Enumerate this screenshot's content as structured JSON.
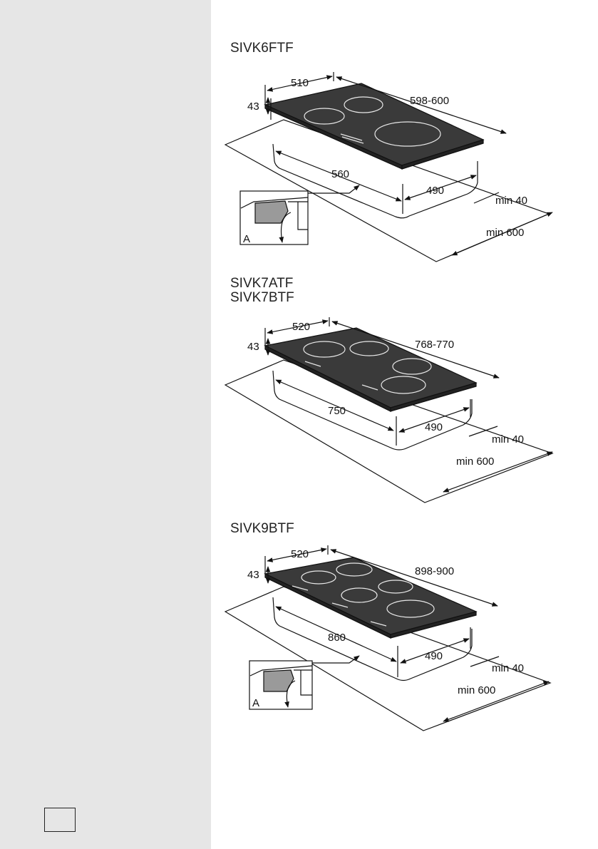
{
  "page_number": "",
  "sections": [
    {
      "models": [
        "SIVK6FTF"
      ],
      "zones": "3",
      "dims": {
        "depth": "510",
        "height": "43",
        "width": "598-600",
        "cutout_width": "560",
        "cutout_depth": "490",
        "min_gap": "min 40",
        "min_depth": "min 600"
      },
      "detail_label": "A"
    },
    {
      "models": [
        "SIVK7ATF",
        "SIVK7BTF"
      ],
      "zones": "4",
      "dims": {
        "depth": "520",
        "height": "43",
        "width": "768-770",
        "cutout_width": "750",
        "cutout_depth": "490",
        "min_gap": "min 40",
        "min_depth": "min 600"
      }
    },
    {
      "models": [
        "SIVK9BTF"
      ],
      "zones": "5",
      "dims": {
        "depth": "520",
        "height": "43",
        "width": "898-900",
        "cutout_width": "860",
        "cutout_depth": "490",
        "min_gap": "min 40",
        "min_depth": "min 600"
      },
      "detail_label": "A"
    }
  ],
  "colors": {
    "sidebar": "#e6e6e6",
    "glass": "#3a3a3a",
    "line": "#111111",
    "detail_fill": "#9a9a9a"
  }
}
